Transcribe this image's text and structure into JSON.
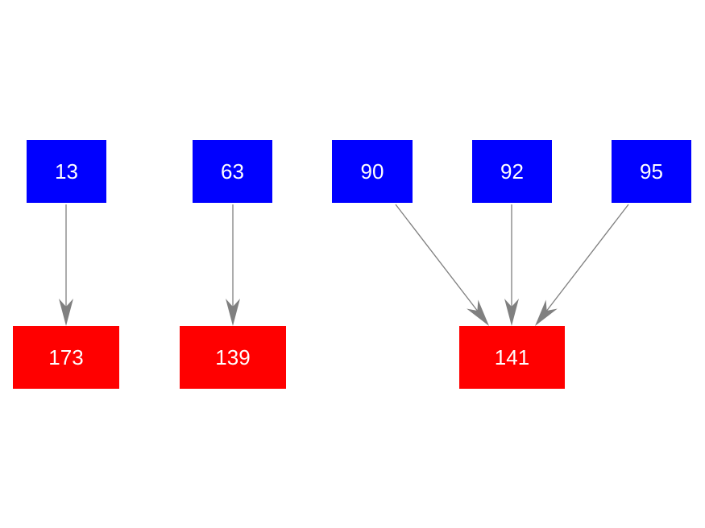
{
  "colors": {
    "source": "#0000ff",
    "target": "#ff0000",
    "edge": "#808080",
    "label": "#ffffff",
    "background": "#ffffff"
  },
  "nodes": [
    {
      "id": "n13",
      "label": "13",
      "role": "source"
    },
    {
      "id": "n63",
      "label": "63",
      "role": "source"
    },
    {
      "id": "n90",
      "label": "90",
      "role": "source"
    },
    {
      "id": "n92",
      "label": "92",
      "role": "source"
    },
    {
      "id": "n95",
      "label": "95",
      "role": "source"
    },
    {
      "id": "n173",
      "label": "173",
      "role": "target"
    },
    {
      "id": "n139",
      "label": "139",
      "role": "target"
    },
    {
      "id": "n141",
      "label": "141",
      "role": "target"
    }
  ],
  "edges": [
    {
      "from": "n13",
      "to": "n173"
    },
    {
      "from": "n63",
      "to": "n139"
    },
    {
      "from": "n90",
      "to": "n141"
    },
    {
      "from": "n92",
      "to": "n141"
    },
    {
      "from": "n95",
      "to": "n141"
    }
  ]
}
